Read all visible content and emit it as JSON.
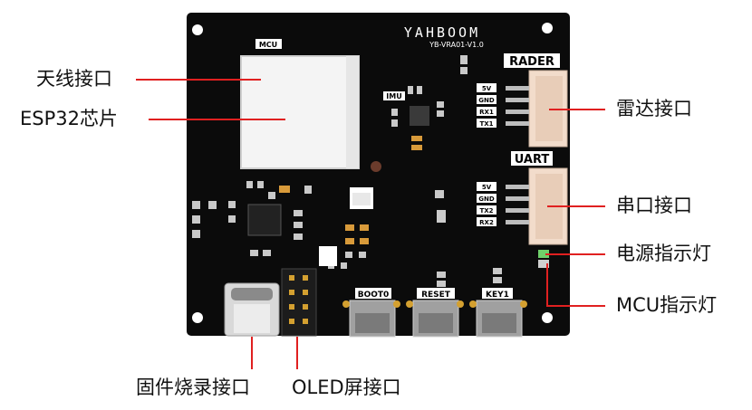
{
  "board": {
    "brand": "YAHBOOM",
    "model": "YB-VRA01-V1.0",
    "mcu_label": "MCU",
    "imu_label": "IMU",
    "rader_label": "RADER",
    "rader_pins": [
      "5V",
      "GND",
      "RX1",
      "TX1"
    ],
    "uart_label": "UART",
    "uart_pins": [
      "5V",
      "GND",
      "TX2",
      "RX2"
    ],
    "buttons": [
      "BOOT0",
      "RESET",
      "KEY1"
    ]
  },
  "callouts": {
    "antenna": "天线接口",
    "esp32": "ESP32芯片",
    "radar": "雷达接口",
    "uart": "串口接口",
    "power_led": "电源指示灯",
    "mcu_led": "MCU指示灯",
    "firmware": "固件烧录接口",
    "oled": "OLED屏接口"
  },
  "colors": {
    "pcb": "#0b0b0b",
    "pointer": "#e02020",
    "silk": "#ffffff",
    "module": "#f4f4f4",
    "connector": "#f2dccb",
    "button": "#a0a0a0"
  }
}
